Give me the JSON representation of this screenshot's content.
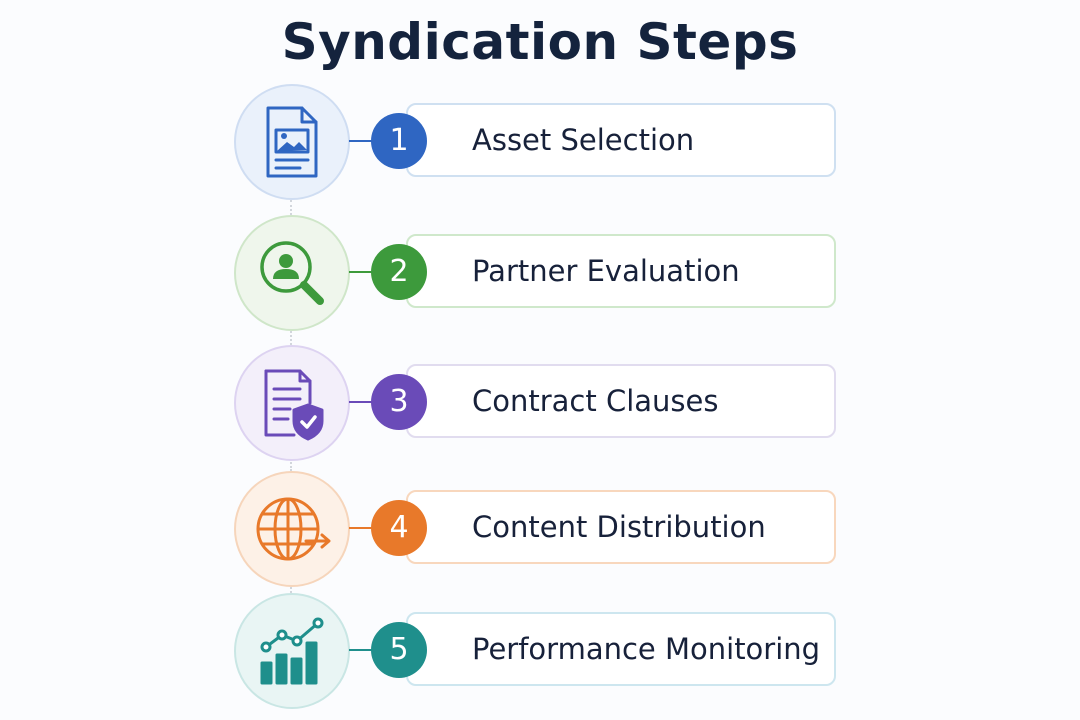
{
  "title": "Syndication Steps",
  "steps": [
    {
      "number": "1",
      "label": "Asset Selection",
      "icon": "document-image-icon",
      "color": "#2f66c2",
      "fill": "#eaf1fb",
      "border": "#cfddf2",
      "box_border": "#cfe0f1"
    },
    {
      "number": "2",
      "label": "Partner Evaluation",
      "icon": "person-search-icon",
      "color": "#3d9a3c",
      "fill": "#eff6ec",
      "border": "#cfe6c9",
      "box_border": "#cfe8cb"
    },
    {
      "number": "3",
      "label": "Contract Clauses",
      "icon": "contract-shield-icon",
      "color": "#6a4bb8",
      "fill": "#f3effa",
      "border": "#ddd3f1",
      "box_border": "#e1dcef"
    },
    {
      "number": "4",
      "label": "Content Distribution",
      "icon": "globe-arrow-icon",
      "color": "#e8792a",
      "fill": "#fdf1e7",
      "border": "#f6d5bb",
      "box_border": "#f8d7bd"
    },
    {
      "number": "5",
      "label": "Performance Monitoring",
      "icon": "growth-chart-icon",
      "color": "#1f8f8c",
      "fill": "#e9f5f4",
      "border": "#c9e6e4",
      "box_border": "#cde6ef"
    }
  ]
}
